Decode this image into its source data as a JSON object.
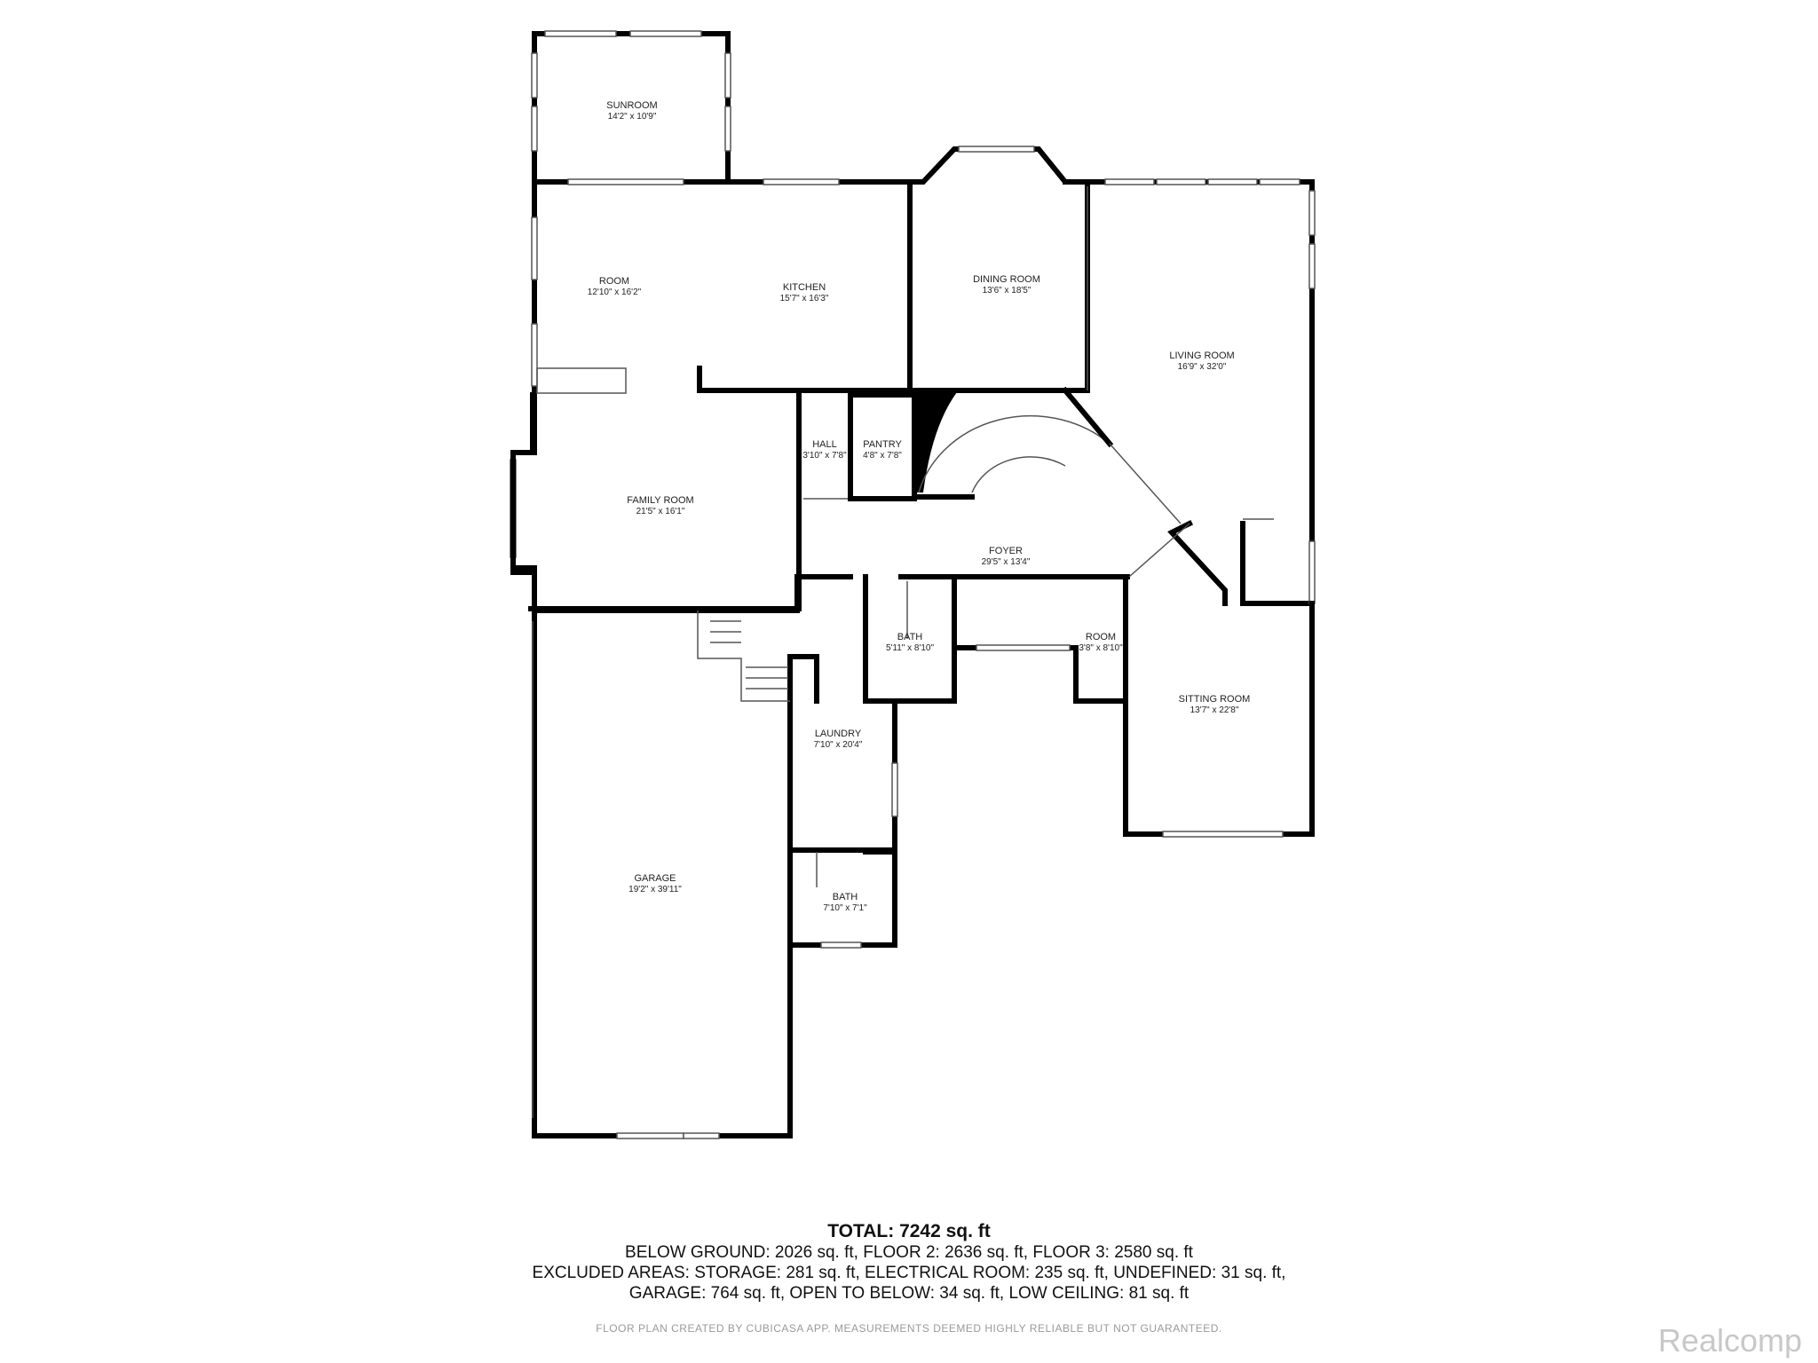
{
  "rooms": {
    "sunroom": {
      "name": "SUNROOM",
      "dim": "14'2\" x 10'9\""
    },
    "room_left": {
      "name": "ROOM",
      "dim": "12'10\" x 16'2\""
    },
    "kitchen": {
      "name": "KITCHEN",
      "dim": "15'7\" x 16'3\""
    },
    "dining_room": {
      "name": "DINING ROOM",
      "dim": "13'6\" x 18'5\""
    },
    "living_room": {
      "name": "LIVING ROOM",
      "dim": "16'9\" x 32'0\""
    },
    "hall": {
      "name": "HALL",
      "dim": "3'10\" x 7'8\""
    },
    "pantry": {
      "name": "PANTRY",
      "dim": "4'8\" x 7'8\""
    },
    "family_room": {
      "name": "FAMILY ROOM",
      "dim": "21'5\" x 16'1\""
    },
    "foyer": {
      "name": "FOYER",
      "dim": "29'5\" x 13'4\""
    },
    "bath_upper": {
      "name": "BATH",
      "dim": "5'11\" x 8'10\""
    },
    "room_small": {
      "name": "ROOM",
      "dim": "3'8\" x 8'10\""
    },
    "sitting_room": {
      "name": "SITTING ROOM",
      "dim": "13'7\" x 22'8\""
    },
    "laundry": {
      "name": "LAUNDRY",
      "dim": "7'10\" x 20'4\""
    },
    "garage": {
      "name": "GARAGE",
      "dim": "19'2\" x 39'11\""
    },
    "bath_lower": {
      "name": "BATH",
      "dim": "7'10\" x 7'1\""
    }
  },
  "summary": {
    "total": "TOTAL: 7242 sq. ft",
    "line1": "BELOW GROUND: 2026 sq. ft, FLOOR 2: 2636 sq. ft, FLOOR 3: 2580 sq. ft",
    "line2": "EXCLUDED AREAS: STORAGE: 281 sq. ft, ELECTRICAL ROOM: 235 sq. ft, UNDEFINED: 31 sq. ft,",
    "line3": "GARAGE: 764 sq. ft, OPEN TO BELOW: 34 sq. ft, LOW CEILING: 81 sq. ft"
  },
  "disclaimer": "FLOOR PLAN CREATED BY CUBICASA APP. MEASUREMENTS DEEMED HIGHLY RELIABLE BUT NOT GUARANTEED.",
  "watermark": "Realcomp"
}
